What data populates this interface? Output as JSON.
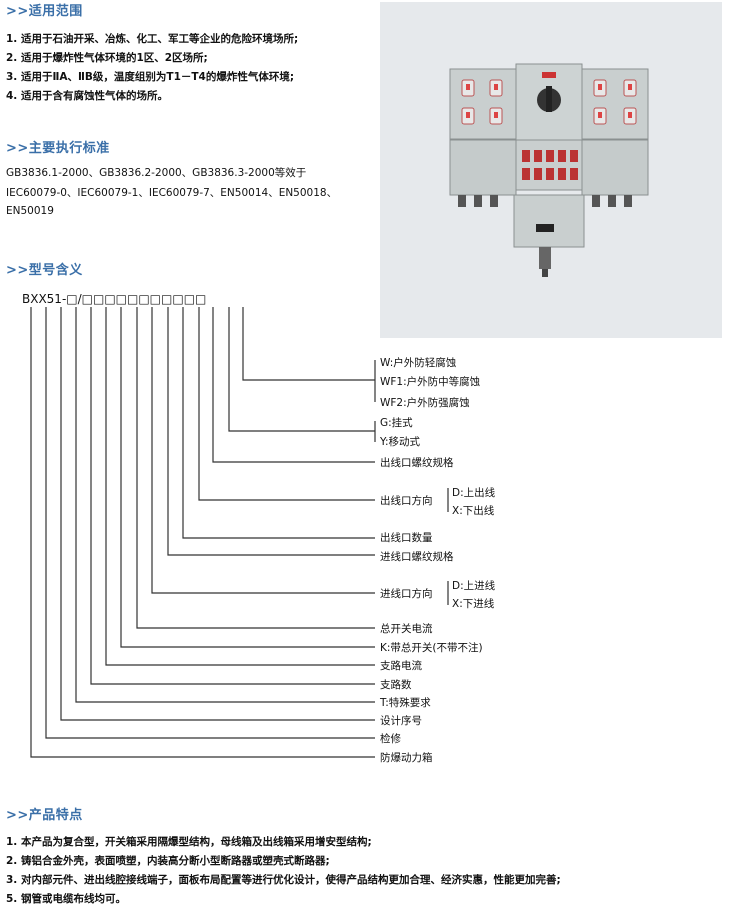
{
  "scope": {
    "title": ">>适用范围",
    "items": [
      "1. 适用于石油开采、冶炼、化工、军工等企业的危险环境场所;",
      "2. 适用于爆炸性气体环境的1区、2区场所;",
      "3. 适用于ⅡA、ⅡB级，温度组别为T1－T4的爆炸性气体环境;",
      "4. 适用于含有腐蚀性气体的场所。"
    ]
  },
  "standards": {
    "title": ">>主要执行标准",
    "lines": [
      "GB3836.1-2000、GB3836.2-2000、GB3836.3-2000等效于",
      "IEC60079-0、IEC60079-1、IEC60079-7、EN50014、EN50018、",
      "EN50019"
    ]
  },
  "model": {
    "title": ">>型号含义",
    "code": "BXX51-□/□□□□□□□□□□□",
    "labels": {
      "w": "W:户外防轻腐蚀",
      "wf1": "WF1:户外防中等腐蚀",
      "wf2": "WF2:户外防强腐蚀",
      "g": "G:挂式",
      "y": "Y:移动式",
      "out_thread": "出线口螺纹规格",
      "out_dir": "出线口方向",
      "out_dir_d": "D:上出线",
      "out_dir_x": "X:下出线",
      "out_count": "出线口数量",
      "in_thread": "进线口螺纹规格",
      "in_dir": "进线口方向",
      "in_dir_d": "D:上进线",
      "in_dir_x": "X:下进线",
      "main_current": "总开关电流",
      "k": "K:带总开关(不带不注)",
      "branch_current": "支路电流",
      "branch_count": "支路数",
      "t": "T:特殊要求",
      "serial": "设计序号",
      "maint": "检修",
      "product": "防爆动力箱"
    }
  },
  "features": {
    "title": ">>产品特点",
    "items": [
      "1. 本产品为复合型，开关箱采用隔爆型结构，母线箱及出线箱采用增安型结构;",
      "2. 铸铝合金外壳，表面喷塑，内装高分断小型断路器或塑壳式断路器;",
      "3. 对内部元件、进出线腔接线端子，面板布局配置等进行优化设计，使得产品结构更加合理、经济实惠，性能更加完善;",
      "5. 钢管或电缆布线均可。"
    ]
  }
}
